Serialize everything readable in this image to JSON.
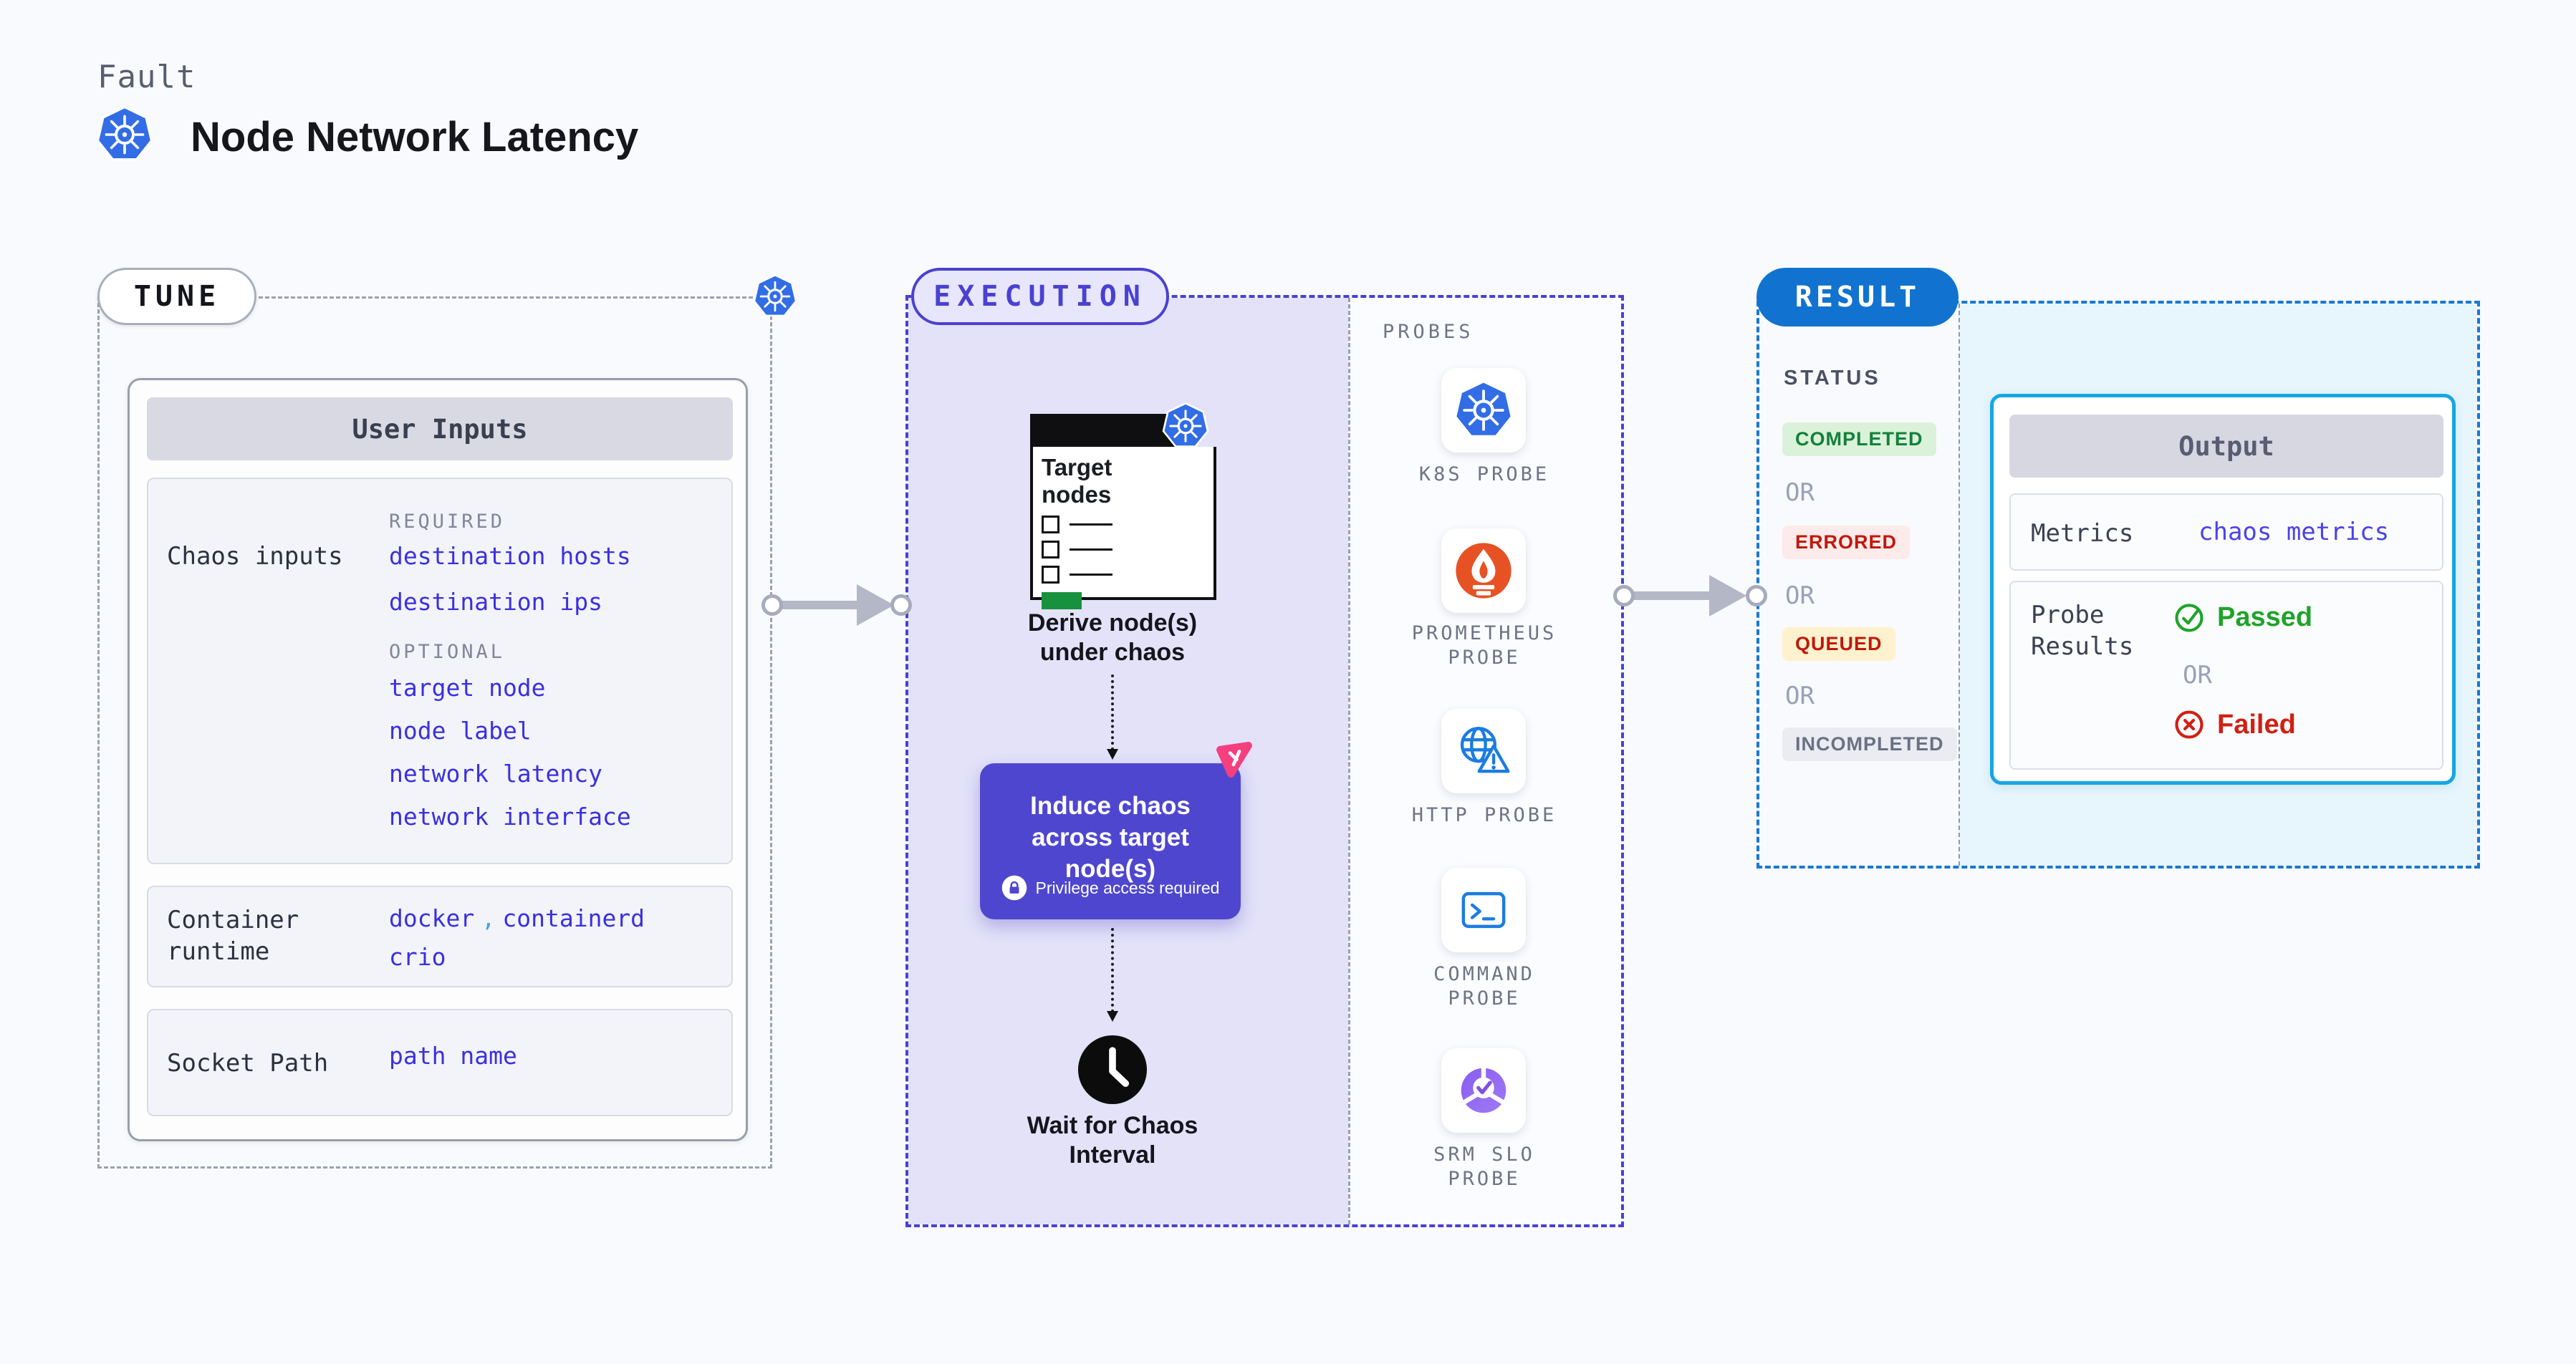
{
  "page": {
    "kicker": "Fault",
    "title": "Node Network Latency"
  },
  "tune": {
    "badge": "TUNE",
    "user_inputs_title": "User Inputs",
    "chaos_inputs_label": "Chaos inputs",
    "required_label": "REQUIRED",
    "optional_label": "OPTIONAL",
    "required": [
      "destination hosts",
      "destination ips"
    ],
    "optional": [
      "target node",
      "node label",
      "network latency",
      "network interface"
    ],
    "container_runtime_label": "Container runtime",
    "runtime": {
      "v1": "docker",
      "comma": ",",
      "v2": "containerd",
      "v3": "crio"
    },
    "socket_path_label": "Socket Path",
    "socket_path_value": "path name"
  },
  "execution": {
    "badge": "EXECUTION",
    "target_nodes_label": "Target nodes",
    "derive_label": "Derive node(s) under chaos",
    "induce_label": "Induce chaos across target node(s)",
    "privilege_label": "Privilege access required",
    "wait_label": "Wait for Chaos Interval"
  },
  "probes": {
    "heading": "PROBES",
    "items": [
      {
        "label": "K8S PROBE",
        "icon": "kubernetes-icon"
      },
      {
        "label": "PROMETHEUS PROBE",
        "icon": "prometheus-icon"
      },
      {
        "label": "HTTP PROBE",
        "icon": "globe-warning-icon"
      },
      {
        "label": "COMMAND PROBE",
        "icon": "terminal-icon"
      },
      {
        "label": "SRM SLO PROBE",
        "icon": "slo-donut-check-icon"
      }
    ]
  },
  "result": {
    "badge": "RESULT",
    "status_heading": "STATUS",
    "or_label": "OR",
    "statuses": [
      {
        "label": "COMPLETED",
        "color": "#157f3c",
        "bg": "#d9f2d9"
      },
      {
        "label": "ERRORED",
        "color": "#c1180c",
        "bg": "#fcebea"
      },
      {
        "label": "QUEUED",
        "color": "#c1180c",
        "bg": "#fdf2cd"
      },
      {
        "label": "INCOMPLETED",
        "color": "#6b7184",
        "bg": "#eaecf2"
      }
    ],
    "output": {
      "title": "Output",
      "metrics_label": "Metrics",
      "metrics_value": "chaos metrics",
      "probe_results_label": "Probe Results",
      "passed_label": "Passed",
      "failed_label": "Failed"
    }
  },
  "colors": {
    "kubernetes_blue": "#326de6",
    "execution_indigo": "#4a41d2",
    "induce_box_indigo": "#4f46cf",
    "litmus_pink": "#f5407f",
    "prometheus_orange": "#e75225",
    "probe_icon_blue": "#1b7ce2",
    "srm_purple": "#7c4fe8",
    "result_blue": "#1173cf",
    "output_cyan_border": "#14a7e3",
    "link_indigo": "#3b2fe0",
    "passed_green": "#1fa32a",
    "failed_red": "#d21f12",
    "lavender_bg": "#e3e2f9"
  }
}
